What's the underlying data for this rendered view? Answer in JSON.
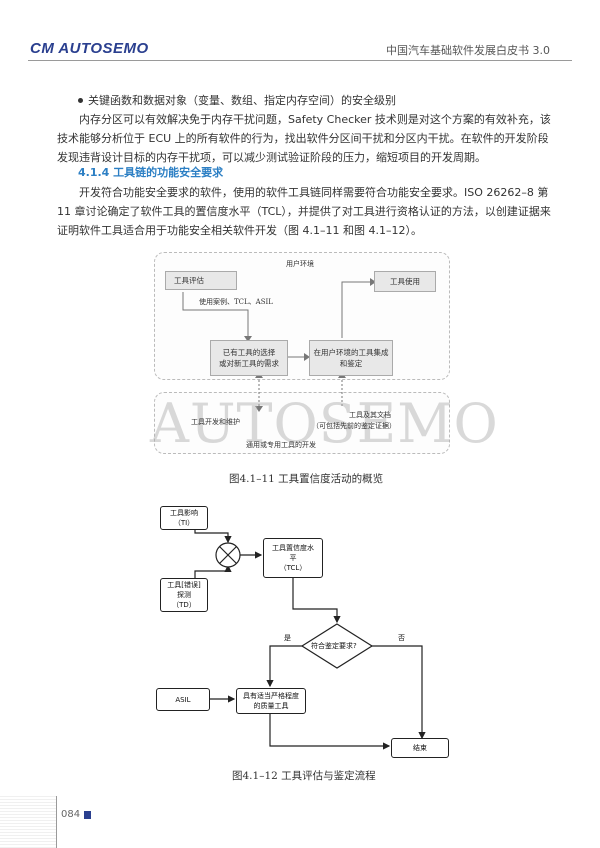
{
  "header": {
    "logo_text": "AUTOSEMO",
    "logo_mark": "CM",
    "title": "中国汽车基础软件发展白皮书 3.0"
  },
  "body": {
    "bullet": "关键函数和数据对象（变量、数组、指定内存空间）的安全级别",
    "paragraph1": "内存分区可以有效解决免于内存干扰问题，Safety Checker 技术则是对这个方案的有效补充，该技术能够分析位于 ECU 上的所有软件的行为，找出软件分区间干扰和分区内干扰。在软件的开发阶段发现违背设计目标的内存干扰项，可以减少测试验证阶段的压力，缩短项目的开发周期。",
    "section_heading": "4.1.4 工具链的功能安全要求",
    "paragraph2": "开发符合功能安全要求的软件，使用的软件工具链同样需要符合功能安全要求。ISO 26262–8 第 11 章讨论确定了软件工具的置信度水平（TCL），并提供了对工具进行资格认证的方法，以创建证据来证明软件工具适合用于功能安全相关软件开发（图 4.1–11 和图 4.1–12）。"
  },
  "figure1": {
    "env_label": "用户环境",
    "tool_eval": "工具评估",
    "tool_use": "工具使用",
    "usecase_label": "使用案例、TCL、ASIL",
    "select_line1": "已有工具的选择",
    "select_line2": "或对新工具的需求",
    "integrate_line1": "在用户环境的工具集成",
    "integrate_line2": "和鉴定",
    "dev_label": "工具开发和维护",
    "doc_line1": "工具及其文档",
    "doc_line2": "（可包括先前的鉴定证据）",
    "general_dev": "通用或专用工具的开发",
    "watermark": "AUTOSEMO",
    "caption": "图4.1–11 工具置信度活动的概览"
  },
  "figure2": {
    "ti_line1": "工具影响",
    "ti_line2": "（TI）",
    "td_line1": "工具[错误]",
    "td_line2": "探测",
    "td_line3": "（TD）",
    "tcl_line1": "工具置信度水",
    "tcl_line2": "平",
    "tcl_line3": "（TCL）",
    "decision": "符合鉴定要求?",
    "yes": "是",
    "no": "否",
    "asil": "ASIL",
    "qual_line1": "具有适当严格程度",
    "qual_line2": "的质量工具",
    "end": "结束",
    "caption": "图4.1–12 工具评估与鉴定流程"
  },
  "footer": {
    "page_number": "084"
  },
  "colors": {
    "brand": "#2a3f8f",
    "heading": "#2c7fc4"
  }
}
